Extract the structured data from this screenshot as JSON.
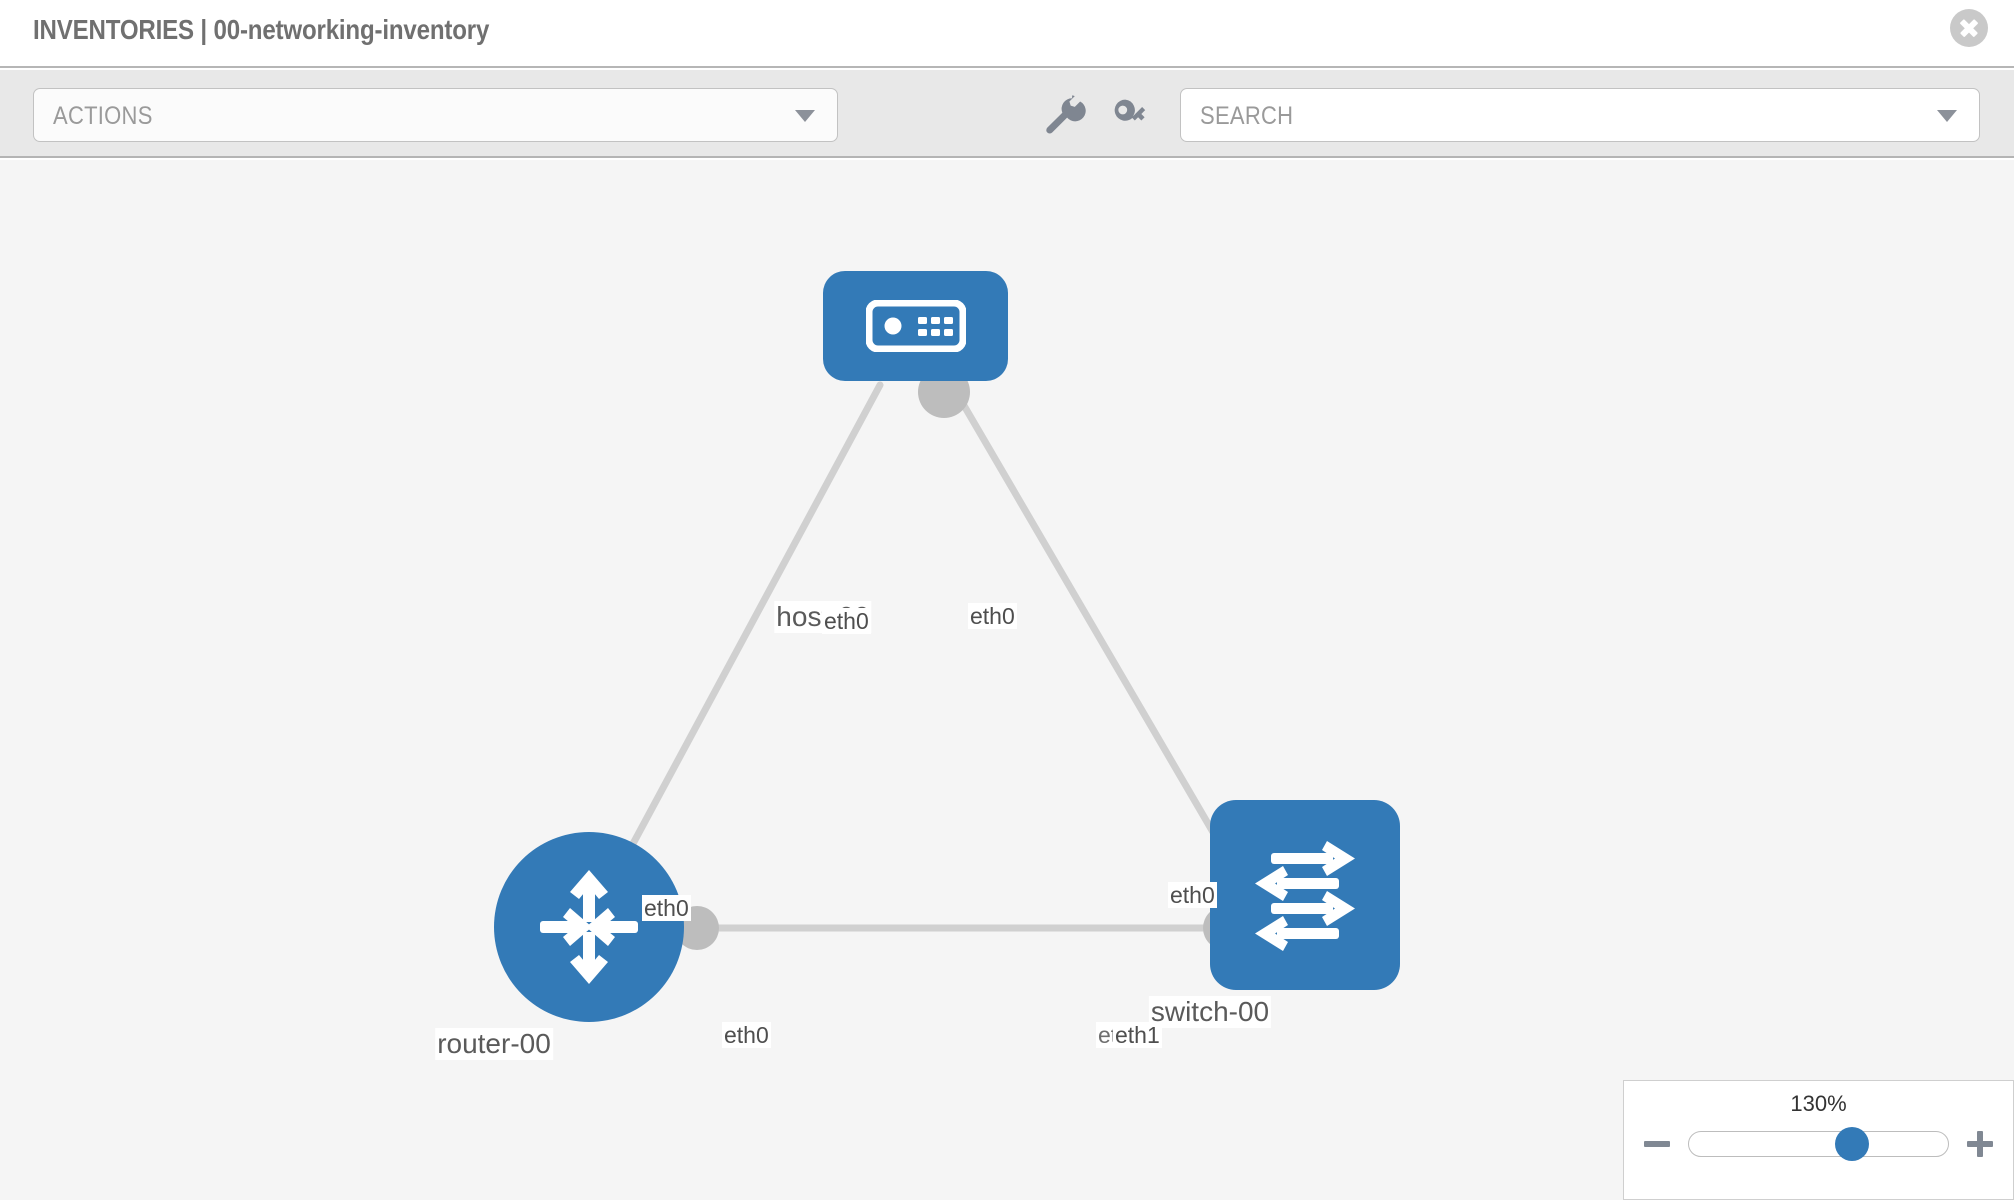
{
  "header": {
    "title": "INVENTORIES | 00-networking-inventory",
    "close_icon": "close-circle-icon"
  },
  "toolbar": {
    "actions_label": "ACTIONS",
    "actions_caret": "chevron-down-icon",
    "wrench_icon": "wrench-icon",
    "key_icon": "key-icon",
    "search_placeholder": "SEARCH",
    "search_value": "",
    "search_caret": "chevron-down-icon"
  },
  "topology": {
    "nodes": [
      {
        "id": "host-00",
        "label": "host-00",
        "icon": "server-icon",
        "shape": "rounded-rect",
        "color": "#337ab7"
      },
      {
        "id": "router-00",
        "label": "router-00",
        "icon": "router-icon",
        "shape": "circle",
        "color": "#337ab7"
      },
      {
        "id": "switch-00",
        "label": "switch-00",
        "icon": "switch-icon",
        "shape": "rounded-square",
        "color": "#337ab7"
      }
    ],
    "links": [
      {
        "from": "host-00",
        "to": "router-00",
        "from_iface": "eth0",
        "to_iface": "eth0"
      },
      {
        "from": "host-00",
        "to": "switch-00",
        "from_iface": "eth0",
        "to_iface": "eth0"
      },
      {
        "from": "router-00",
        "to": "switch-00",
        "from_iface": "eth0",
        "to_iface": "eth1",
        "to_iface_occluded": "eth"
      }
    ],
    "link_color": "#d0d0d0",
    "stub_color": "#bdbdbd"
  },
  "zoom_control": {
    "value_label": "130%",
    "minus_label": "minus-icon",
    "plus_label": "plus-icon",
    "slider_percent": 63
  }
}
